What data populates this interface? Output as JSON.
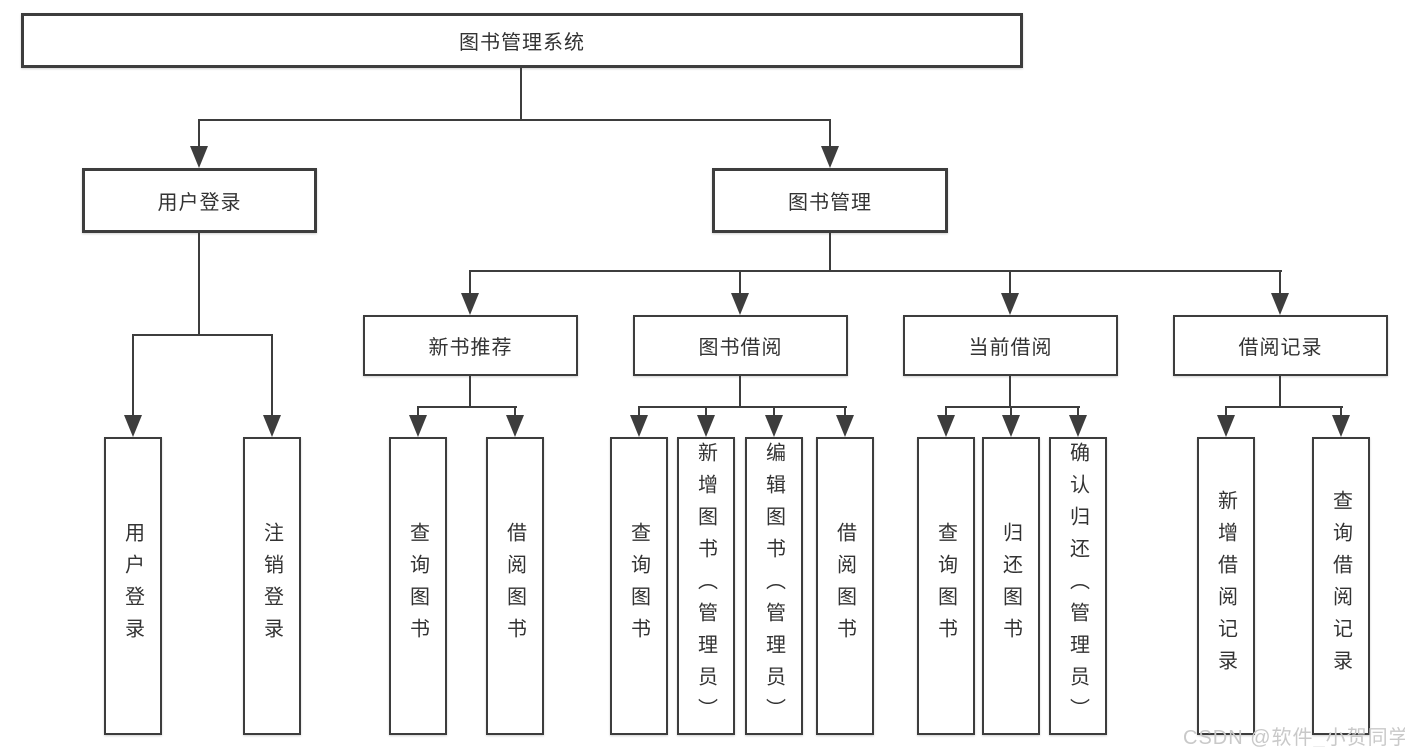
{
  "colors": {
    "background": "#ffffff",
    "line": "#3d3d3d",
    "text": "#333333",
    "watermark": "#c9c9c9"
  },
  "diagram": {
    "root": {
      "label": "图书管理系统"
    },
    "branches": [
      {
        "label": "用户登录",
        "children": [
          {
            "label": "用户登录"
          },
          {
            "label": "注销登录"
          }
        ]
      },
      {
        "label": "图书管理",
        "children": [
          {
            "label": "新书推荐",
            "children": [
              {
                "label": "查询图书"
              },
              {
                "label": "借阅图书"
              }
            ]
          },
          {
            "label": "图书借阅",
            "children": [
              {
                "label": "查询图书"
              },
              {
                "label": "新增图书（管理员）"
              },
              {
                "label": "编辑图书（管理员）"
              },
              {
                "label": "借阅图书"
              }
            ]
          },
          {
            "label": "当前借阅",
            "children": [
              {
                "label": "查询图书"
              },
              {
                "label": "归还图书"
              },
              {
                "label": "确认归还（管理员）"
              }
            ]
          },
          {
            "label": "借阅记录",
            "children": [
              {
                "label": "新增借阅记录"
              },
              {
                "label": "查询借阅记录"
              }
            ]
          }
        ]
      }
    ],
    "watermark": "CSDN @软件_小贺同学"
  }
}
